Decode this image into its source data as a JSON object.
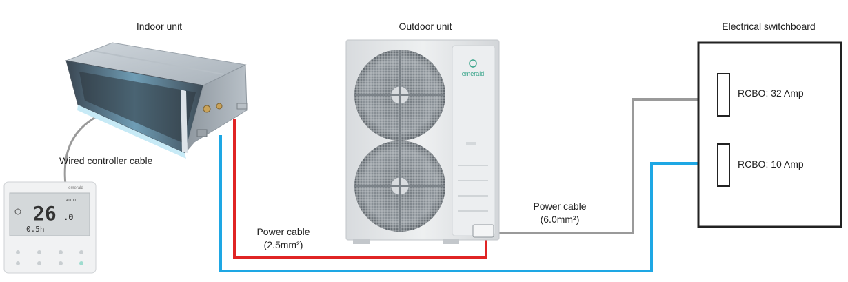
{
  "labels": {
    "indoor_unit": "Indoor unit",
    "outdoor_unit": "Outdoor unit",
    "switchboard": "Electrical switchboard",
    "wired_controller_cable": "Wired controller cable",
    "power_cable_indoor_line1": "Power cable",
    "power_cable_indoor_line2": "(2.5mm²)",
    "power_cable_outdoor_line1": "Power cable",
    "power_cable_outdoor_line2": "(6.0mm²)",
    "rcbo_32": "RCBO: 32 Amp",
    "rcbo_10": "RCBO: 10 Amp"
  },
  "brand": {
    "outdoor_logo": "emerald",
    "controller_logo": "emerald"
  },
  "controller": {
    "temperature": "26",
    "temperature_decimal": ".0",
    "timer": "0.5h",
    "mode_text": "AUTO"
  },
  "colors": {
    "live_red": "#e02424",
    "signal_blue": "#1ea7e4",
    "grey_cable": "#9a9a9a",
    "frame": "#222222",
    "brand_green": "#3aa58b"
  }
}
